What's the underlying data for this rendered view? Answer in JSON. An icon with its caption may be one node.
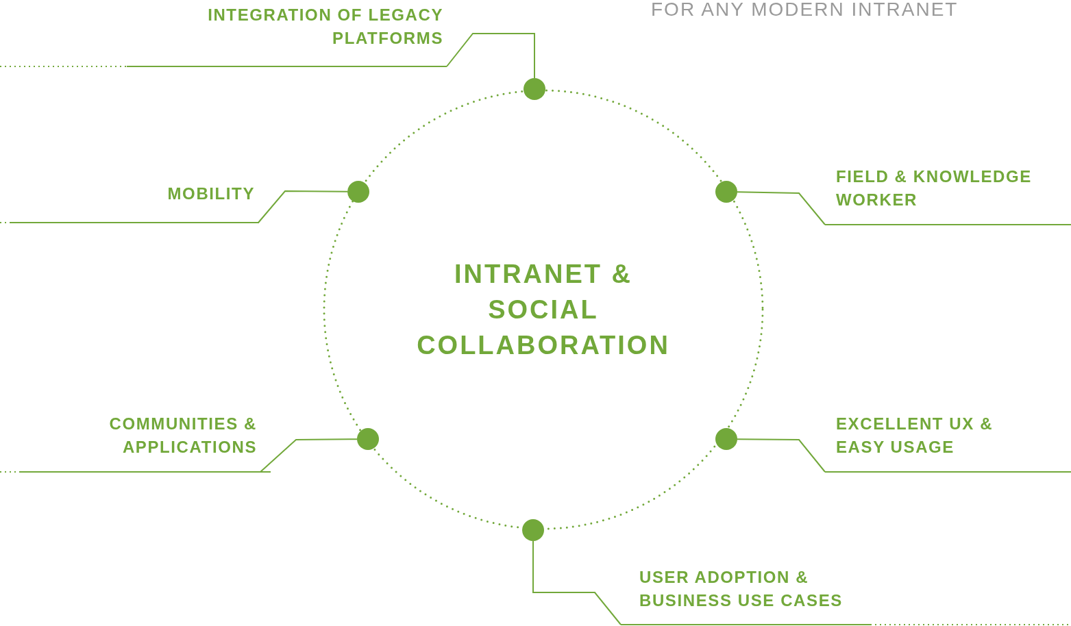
{
  "diagram": {
    "nodes": [
      {
        "text": [
          "INTRANET & SOCIAL COLLABORATION"
        ]
      },
      {
        "text": [
          "INTEGRATION OF LEGACY PLATFORMS"
        ]
      },
      {
        "text": [
          "MOBILITY"
        ]
      },
      {
        "text": [
          "FIELD & KNOWLEDGE WORKER"
        ]
      },
      {
        "text": [
          "COMMUNITIES & APPLICATIONS"
        ]
      },
      {
        "text": [
          "EXCELLENT UX & EASY USAGE"
        ]
      },
      {
        "text": [
          "USER ADOPTION & BUSINESS USE CASES"
        ]
      },
      {
        "text": [],
        "shape": "circle"
      },
      {
        "text": [],
        "shape": "circle"
      },
      {
        "text": [],
        "shape": "circle"
      },
      {
        "text": [],
        "shape": "circle"
      },
      {
        "text": [],
        "shape": "circle"
      },
      {
        "text": [],
        "shape": "circle"
      }
    ],
    "edges": [
      {
        "from": 1,
        "to": 7,
        "arrow": "none"
      },
      {
        "from": 2,
        "to": 8,
        "arrow": "none"
      },
      {
        "from": 3,
        "to": 9,
        "arrow": "none"
      },
      {
        "from": 4,
        "to": 10,
        "arrow": "none"
      },
      {
        "from": 5,
        "to": 11,
        "arrow": "none"
      },
      {
        "from": 6,
        "to": 12,
        "arrow": "none"
      }
    ],
    "labels": [
      "FOR ANY MODERN INTRANET"
    ]
  }
}
